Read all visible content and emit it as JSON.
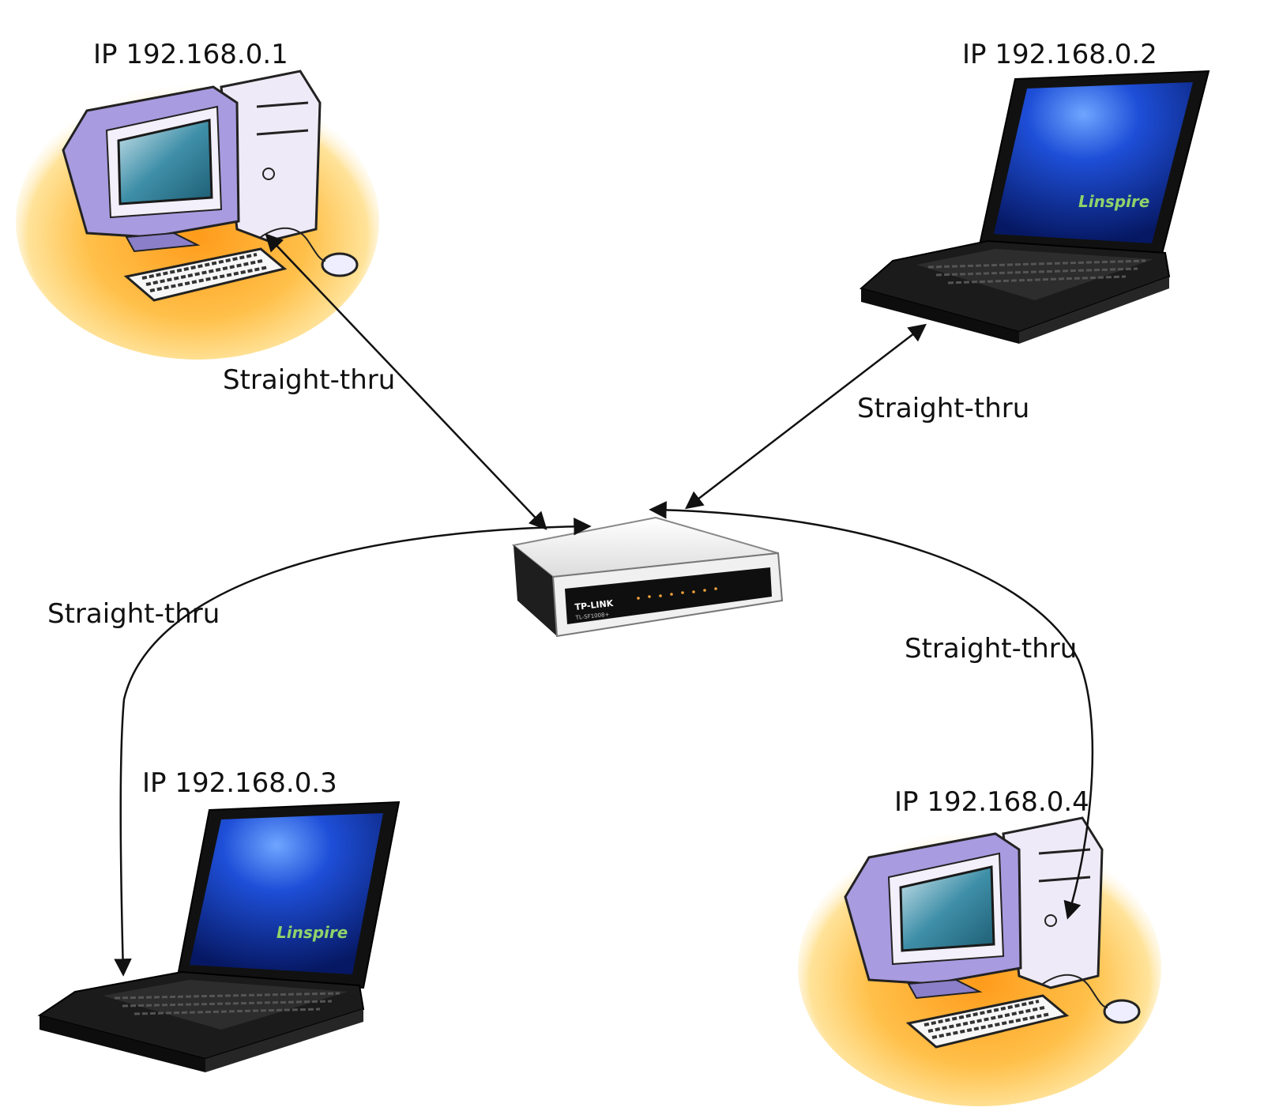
{
  "nodes": {
    "pc1": {
      "ip_label": "IP 192.168.0.1",
      "kind": "desktop"
    },
    "laptop2": {
      "ip_label": "IP 192.168.0.2",
      "kind": "laptop",
      "screen_brand": "Linspire"
    },
    "laptop3": {
      "ip_label": "IP 192.168.0.3",
      "kind": "laptop",
      "screen_brand": "Linspire"
    },
    "pc4": {
      "ip_label": "IP 192.168.0.4",
      "kind": "desktop"
    },
    "switch": {
      "kind": "switch",
      "brand": "TP-LINK",
      "model": "TL-SF1008+"
    }
  },
  "links": [
    {
      "from": "pc1",
      "to": "switch",
      "cable_label": "Straight-thru"
    },
    {
      "from": "laptop2",
      "to": "switch",
      "cable_label": "Straight-thru"
    },
    {
      "from": "laptop3",
      "to": "switch",
      "cable_label": "Straight-thru"
    },
    {
      "from": "pc4",
      "to": "switch",
      "cable_label": "Straight-thru"
    }
  ],
  "colors": {
    "cable": "#111111",
    "desktop_splash": "#f5a623",
    "laptop_screen": "#0b2fa6",
    "switch_body": "#f2f2f2"
  }
}
